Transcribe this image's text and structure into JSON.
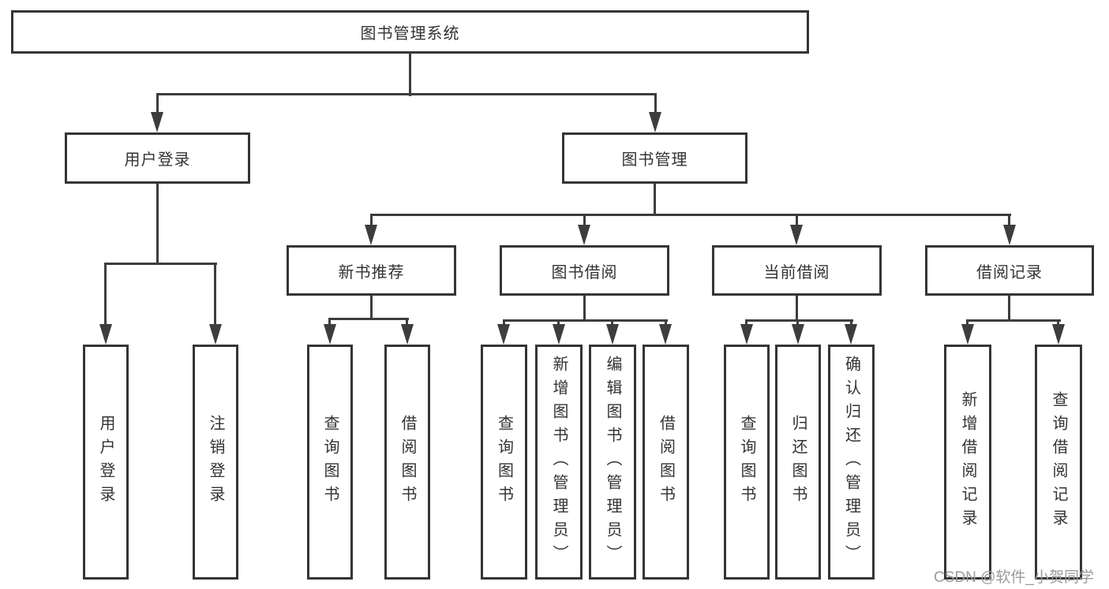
{
  "diagram_type": "hierarchy-tree",
  "tree": {
    "label": "图书管理系统",
    "children": [
      {
        "label": "用户登录",
        "children": [
          {
            "label": "用户登录"
          },
          {
            "label": "注销登录"
          }
        ]
      },
      {
        "label": "图书管理",
        "children": [
          {
            "label": "新书推荐",
            "children": [
              {
                "label": "查询图书"
              },
              {
                "label": "借阅图书"
              }
            ]
          },
          {
            "label": "图书借阅",
            "children": [
              {
                "label": "查询图书"
              },
              {
                "label": "新增图书（管理员）"
              },
              {
                "label": "编辑图书（管理员）"
              },
              {
                "label": "借阅图书"
              }
            ]
          },
          {
            "label": "当前借阅",
            "children": [
              {
                "label": "查询图书"
              },
              {
                "label": "归还图书"
              },
              {
                "label": "确认归还（管理员）"
              }
            ]
          },
          {
            "label": "借阅记录",
            "children": [
              {
                "label": "新增借阅记录"
              },
              {
                "label": "查询借阅记录"
              }
            ]
          }
        ]
      }
    ]
  },
  "watermark": "CSDN @软件_小贺同学",
  "colors": {
    "line": "#3d3d3d",
    "box_border": "#353535",
    "box_fill": "#ffffff",
    "text": "#333333",
    "watermark": "#9b9b9d",
    "background": "#ffffff"
  }
}
